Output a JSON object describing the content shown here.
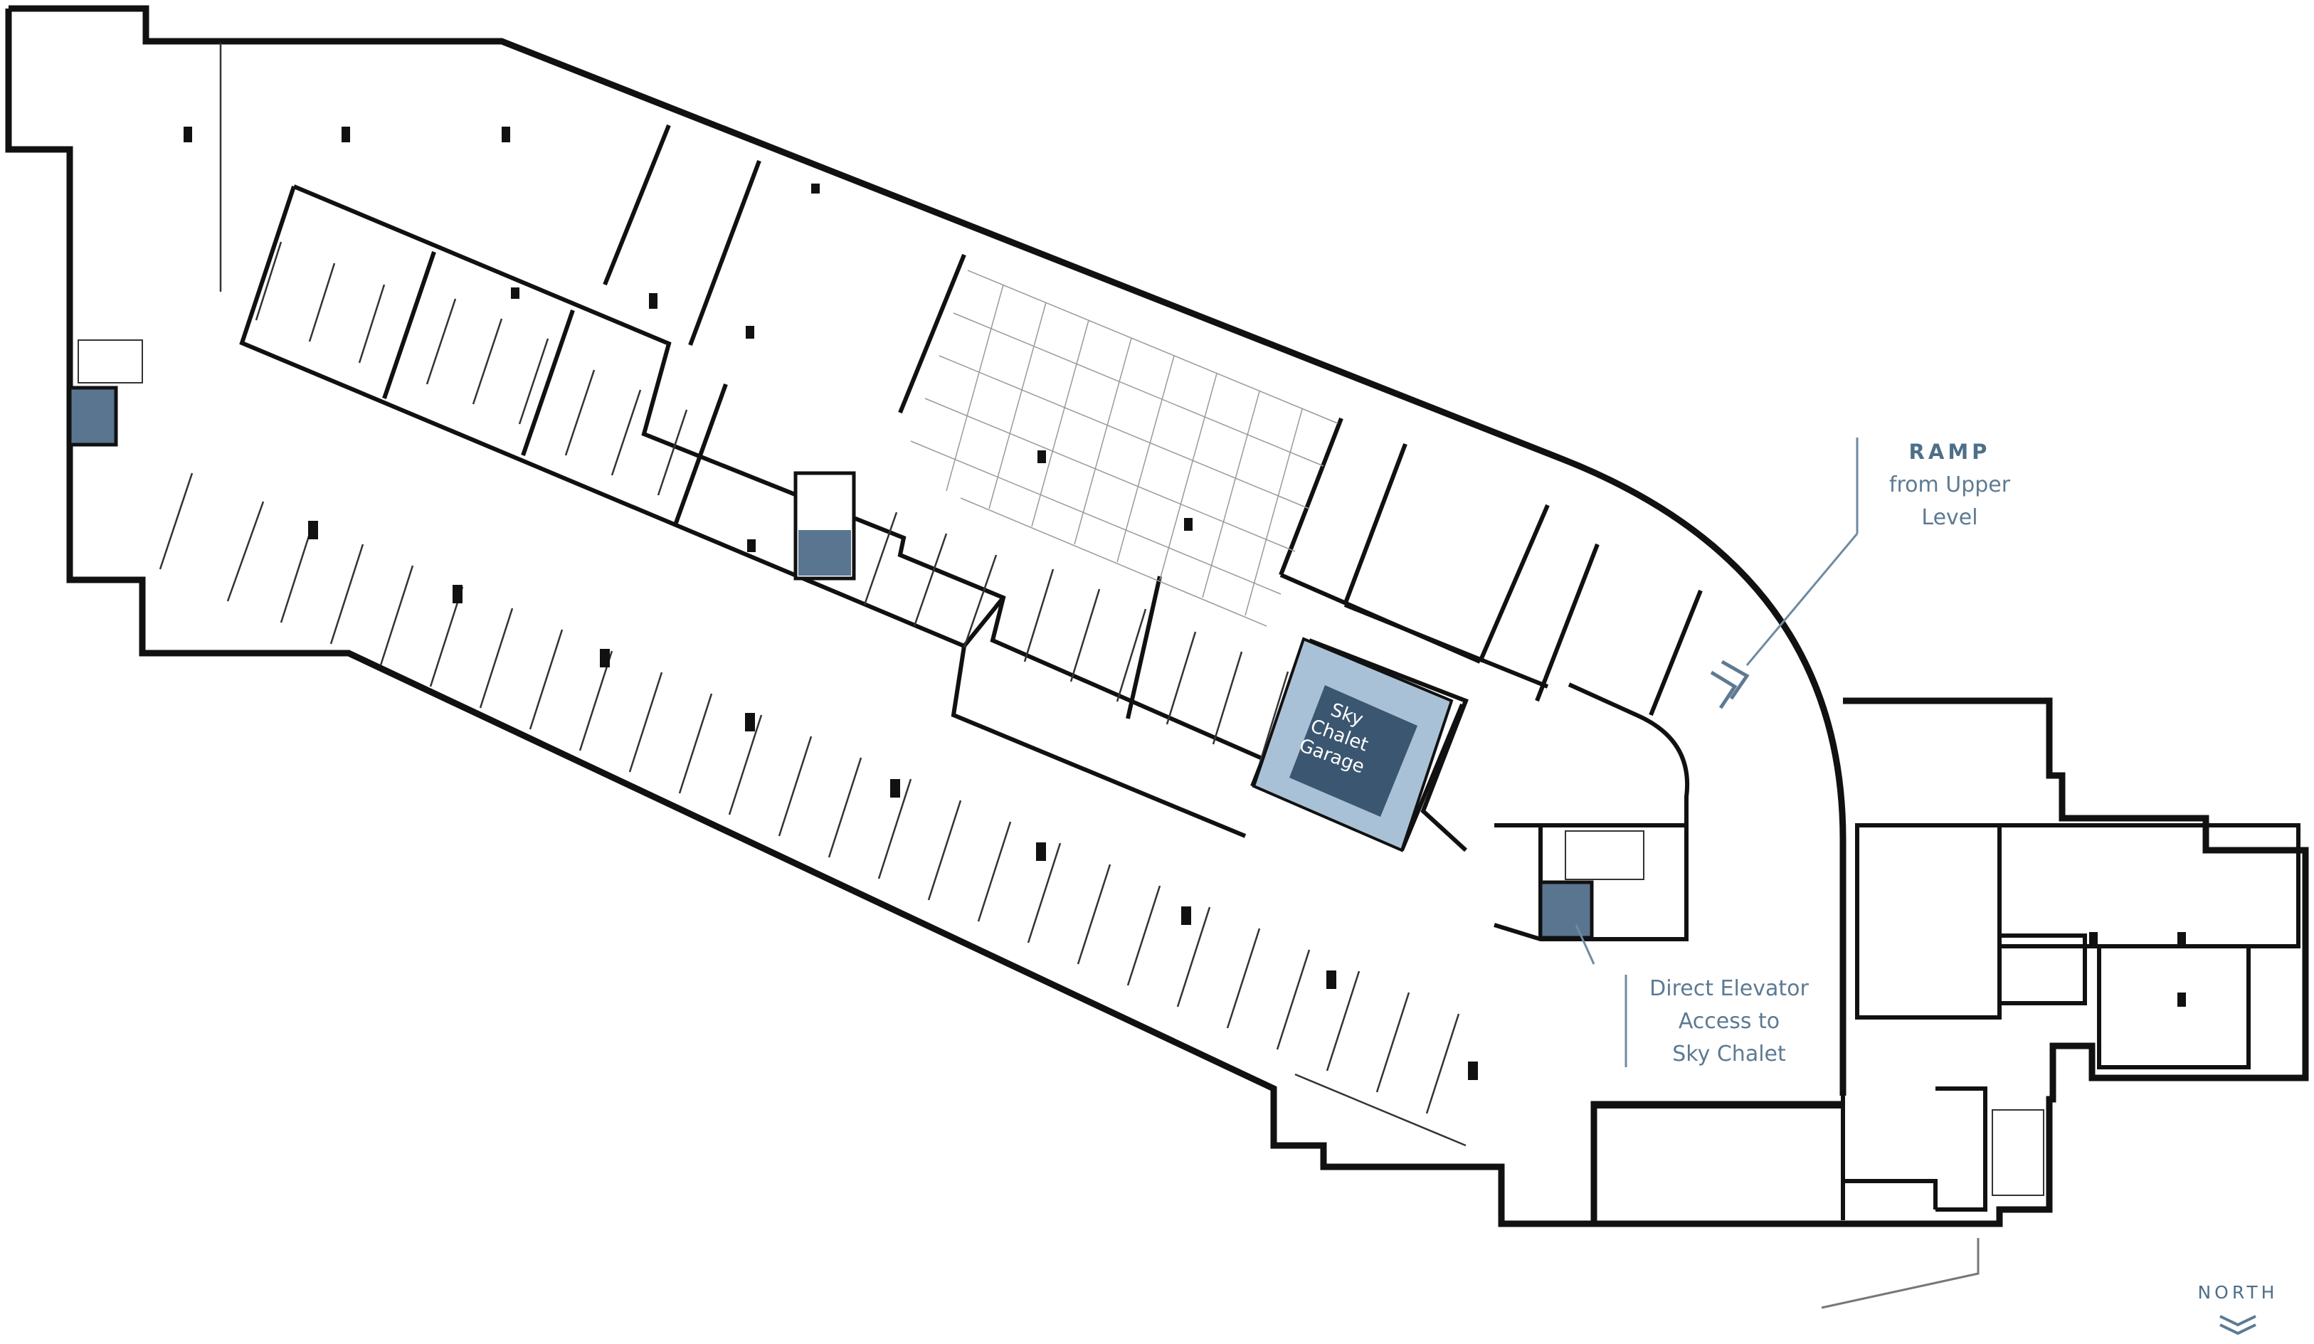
{
  "labels": {
    "ramp_title": "RAMP",
    "ramp_line1": "from Upper",
    "ramp_line2": "Level",
    "elevator_line1": "Direct Elevator",
    "elevator_line2": "Access to",
    "elevator_line3": "Sky Chalet",
    "garage_line1": "Sky",
    "garage_line2": "Chalet",
    "garage_line3": "Garage",
    "north": "NORTH"
  },
  "colors": {
    "wall": "#111111",
    "thin_line": "#333333",
    "elevator_fill": "#5a7590",
    "garage_fill": "#a9c1d6",
    "garage_inner": "#3b5670",
    "label_text": "#5d7a92"
  },
  "icons": {
    "north": "chevron-down-icon",
    "ramp": "chevron-down-icon"
  }
}
